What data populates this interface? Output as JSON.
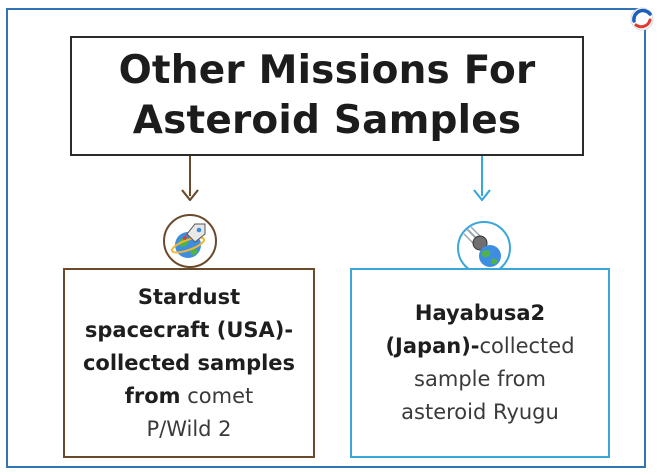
{
  "title": "Other Missions For\nAsteroid Samples",
  "colors": {
    "frame": "#2f74b5",
    "left_accent": "#6b4a2b",
    "right_accent": "#3aa7d8"
  },
  "left": {
    "icon": "rocket-globe-icon",
    "bold": "Stardust spacecraft (USA)-collected samples from",
    "normal": "comet P/Wild 2",
    "line1": "Stardust",
    "line2": "spacecraft (USA)-",
    "line3": "collected samples",
    "line4_bold": "from",
    "line4_normal": "comet",
    "line5": "P/Wild 2"
  },
  "right": {
    "icon": "meteor-earth-icon",
    "line1": "Hayabusa2",
    "line2_bold": "(Japan)-",
    "line2_normal": "collected",
    "line3": "sample from",
    "line4": "asteroid Ryugu"
  }
}
